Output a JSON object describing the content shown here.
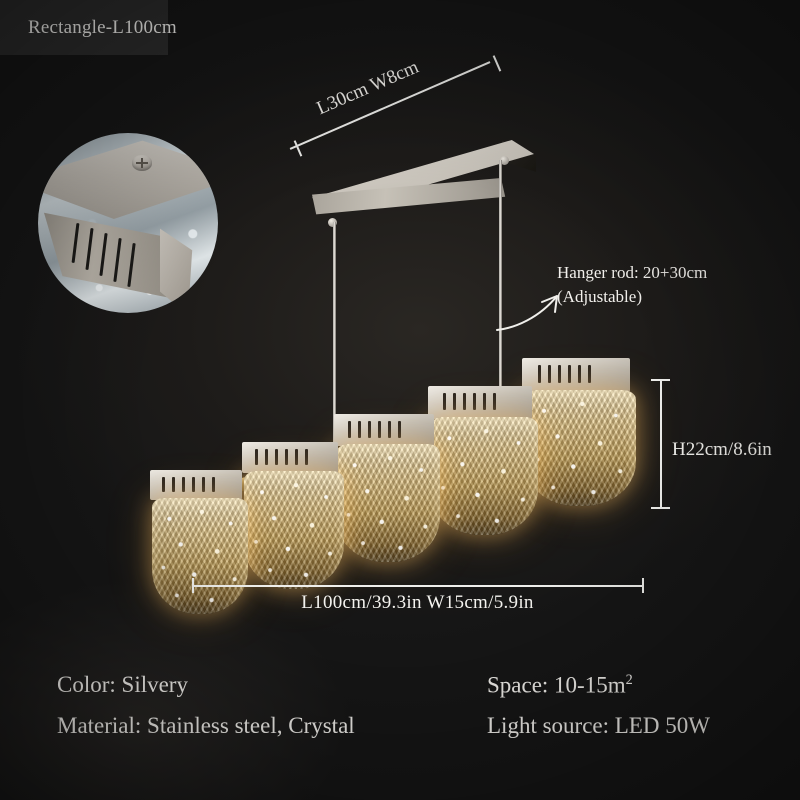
{
  "title": {
    "text": "Rectangle-L100cm"
  },
  "background_color": "#161616",
  "banner_color": "#2d2d2d",
  "detail_inset": {
    "name": "crystal-shade-closeup"
  },
  "dimensions": {
    "canopy": {
      "label": "L30cm W8cm",
      "name": "canopy-dimension"
    },
    "height": {
      "label": "H22cm/8.6in",
      "name": "fixture-height-dimension"
    },
    "width": {
      "label": "L100cm/39.3in  W15cm/5.9in",
      "name": "fixture-length-dimension"
    }
  },
  "callout": {
    "line1": "Hanger rod: 20+30cm",
    "line2": "(Adjustable)"
  },
  "specs": [
    {
      "label": "Color: Silvery",
      "name": "spec-color"
    },
    {
      "label": "Space: 10-15m",
      "sup": "2",
      "name": "spec-space"
    },
    {
      "label": "Material: Stainless steel, Crystal",
      "name": "spec-material"
    },
    {
      "label": "Light source: LED 50W",
      "name": "spec-light-source"
    }
  ],
  "lamp": {
    "shade_count": 5,
    "accent_glow": "#ffc468",
    "chrome": "#cdc8bf"
  }
}
